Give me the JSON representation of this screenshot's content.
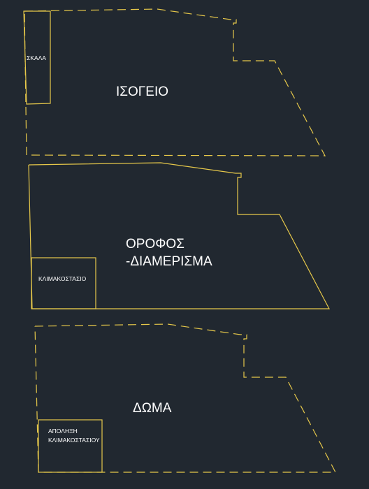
{
  "colors": {
    "background": "#212830",
    "line": "#e6c84a",
    "text": "#ffffff"
  },
  "ground_floor": {
    "title": "ΙΣΟΓΕΙΟ",
    "stair_label": "ΣΚΑΛΑ"
  },
  "upper_floor": {
    "title_line1": "ΟΡΟΦΟΣ",
    "title_line2": "-ΔΙΑΜΕΡΙΣΜΑ",
    "stair_label": "ΚΛΙΜΑΚΟΣΤΑΣΙΟ"
  },
  "roof": {
    "title": "ΔΩΜΑ",
    "stair_label_line1": "ΑΠΟΛΗΞΗ",
    "stair_label_line2": "ΚΛΙΜΑΚΟΣΤΑΣΙΟΥ"
  }
}
